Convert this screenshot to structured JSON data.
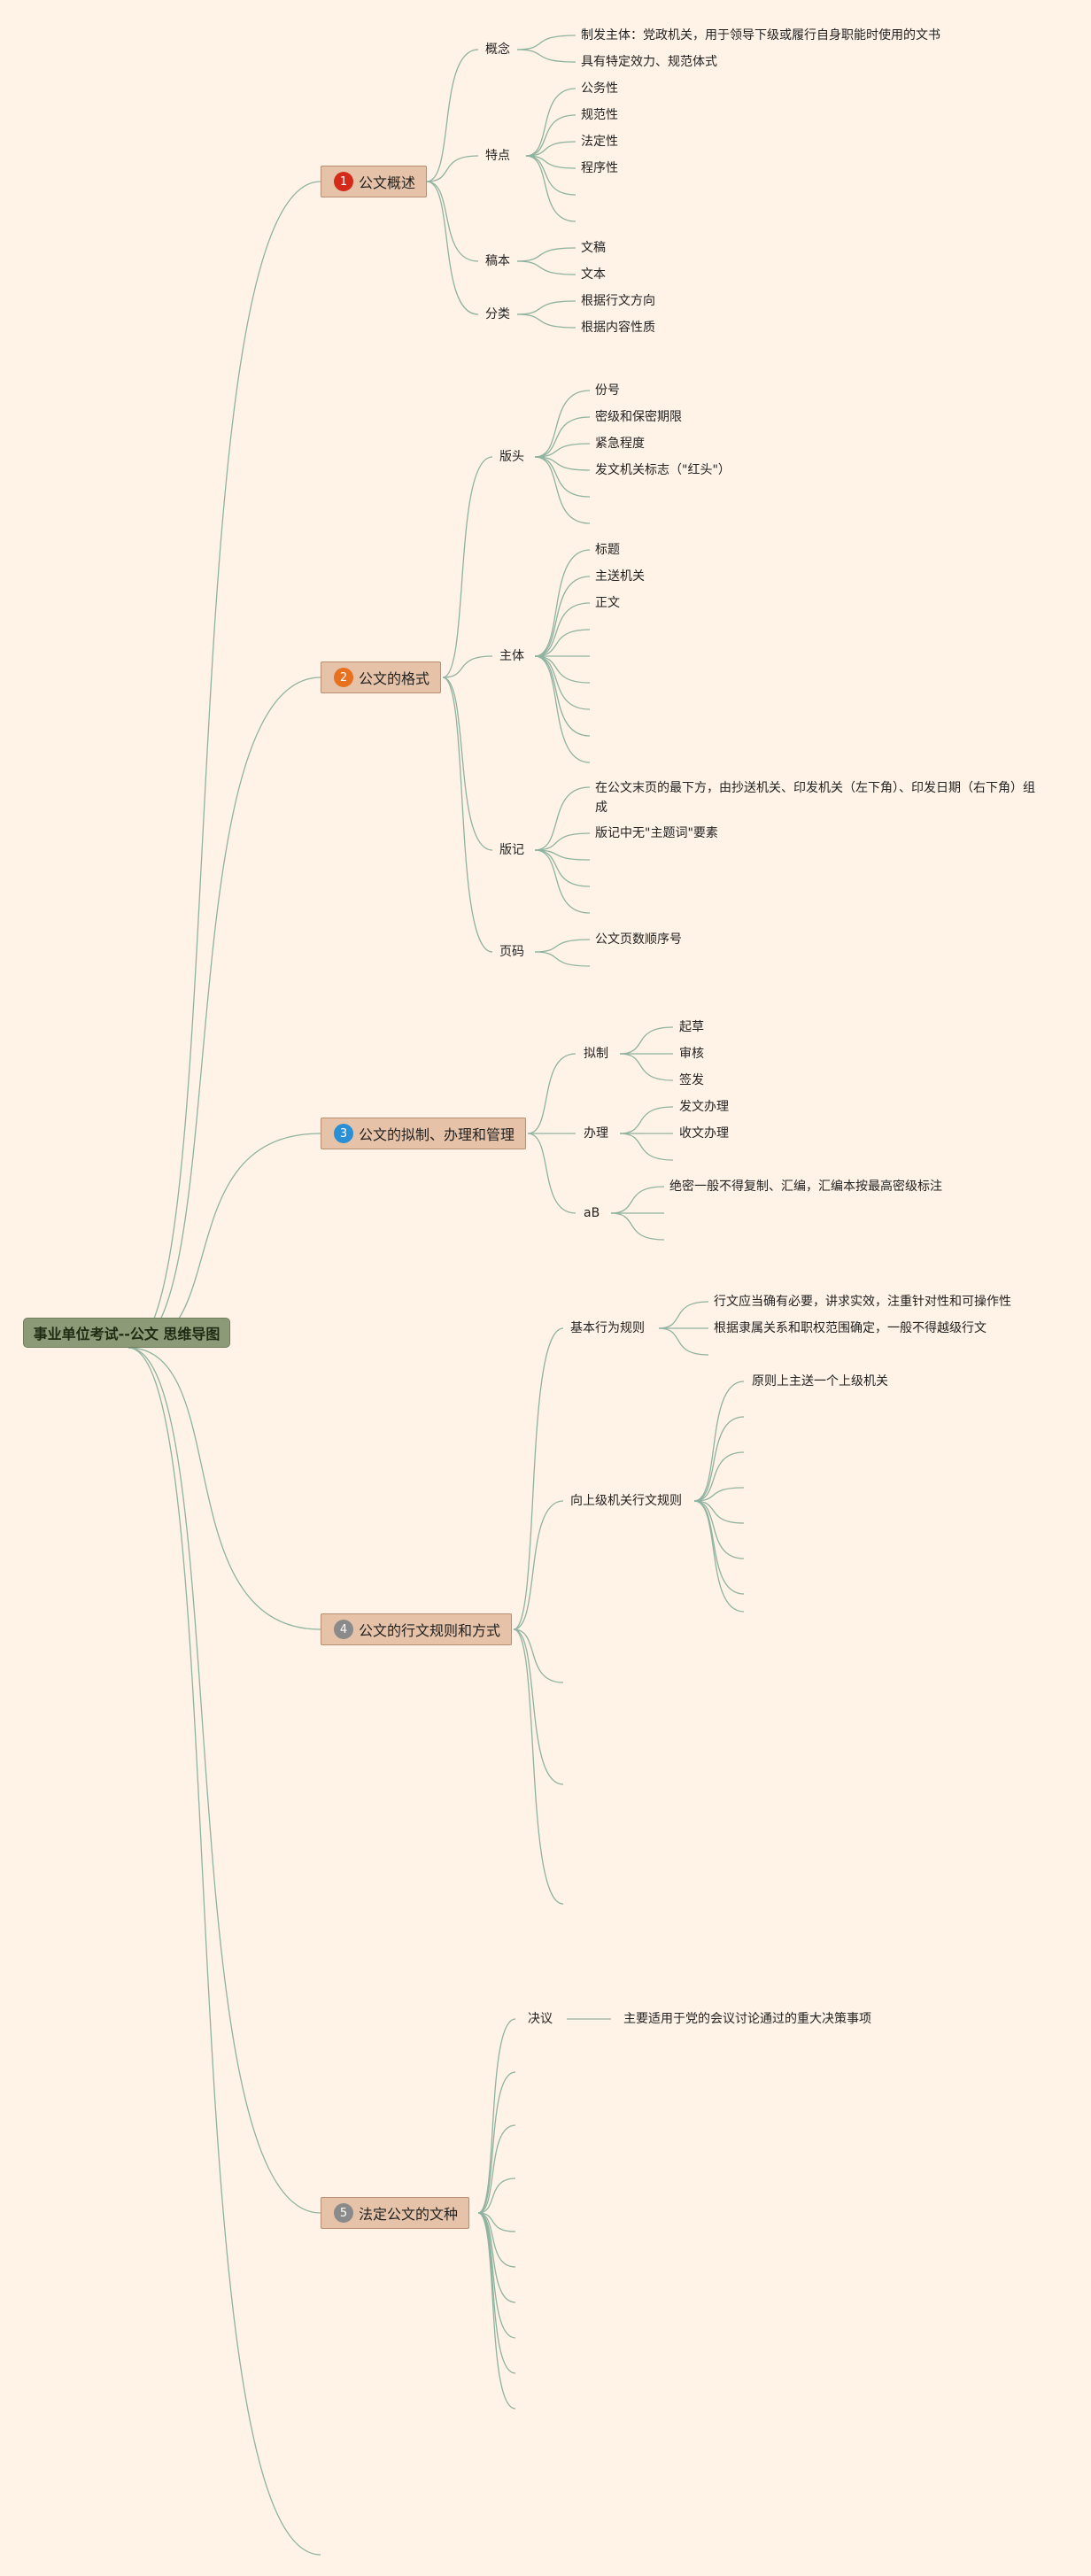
{
  "root": {
    "label": "事业单位考试--公文 思维导图"
  },
  "branches": [
    {
      "badge": "1",
      "badge_color": "#d42a1a",
      "label": "公文概述",
      "children": [
        {
          "label": "概念",
          "leaves": [
            "制发主体：党政机关，用于领导下级或履行自身职能时使用的文书",
            "具有特定效力、规范体式"
          ]
        },
        {
          "label": "特点",
          "leaves": [
            "公务性",
            "规范性",
            "法定性",
            "程序性"
          ]
        },
        {
          "label": "稿本",
          "leaves": [
            "文稿",
            "文本"
          ]
        },
        {
          "label": "分类",
          "leaves": [
            "根据行文方向",
            "根据内容性质"
          ]
        }
      ]
    },
    {
      "badge": "2",
      "badge_color": "#e8711f",
      "label": "公文的格式",
      "children": [
        {
          "label": "版头",
          "leaves": [
            "份号",
            "密级和保密期限",
            "紧急程度",
            "发文机关标志（\"红头\"）"
          ]
        },
        {
          "label": "主体",
          "leaves": [
            "标题",
            "主送机关",
            "正文"
          ]
        },
        {
          "label": "版记",
          "leaves": [
            "在公文末页的最下方，由抄送机关、印发机关（左下角）、印发日期（右下角）组成",
            "版记中无\"主题词\"要素"
          ]
        },
        {
          "label": "页码",
          "leaves": [
            "公文页数顺序号"
          ]
        }
      ]
    },
    {
      "badge": "3",
      "badge_color": "#2a8fd4",
      "label": "公文的拟制、办理和管理",
      "children": [
        {
          "label": "拟制",
          "leaves": [
            "起草",
            "审核",
            "签发"
          ]
        },
        {
          "label": "办理",
          "leaves": [
            "发文办理",
            "收文办理"
          ]
        },
        {
          "label": "aB",
          "leaves": [
            "绝密一般不得复制、汇编，汇编本按最高密级标注"
          ]
        }
      ]
    },
    {
      "badge": "4",
      "badge_color": "#8a8a8a",
      "label": "公文的行文规则和方式",
      "children": [
        {
          "label": "基本行为规则",
          "leaves": [
            "行文应当确有必要，讲求实效，注重针对性和可操作性",
            "根据隶属关系和职权范围确定，一般不得越级行文"
          ]
        },
        {
          "label": "向上级机关行文规则",
          "leaves": [
            "原则上主送一个上级机关"
          ]
        }
      ]
    },
    {
      "badge": "5",
      "badge_color": "#8a8a8a",
      "label": "法定公文的文种",
      "children": [
        {
          "label": "决议",
          "leaves": [
            "主要适用于党的会议讨论通过的重大决策事项"
          ]
        }
      ]
    }
  ]
}
